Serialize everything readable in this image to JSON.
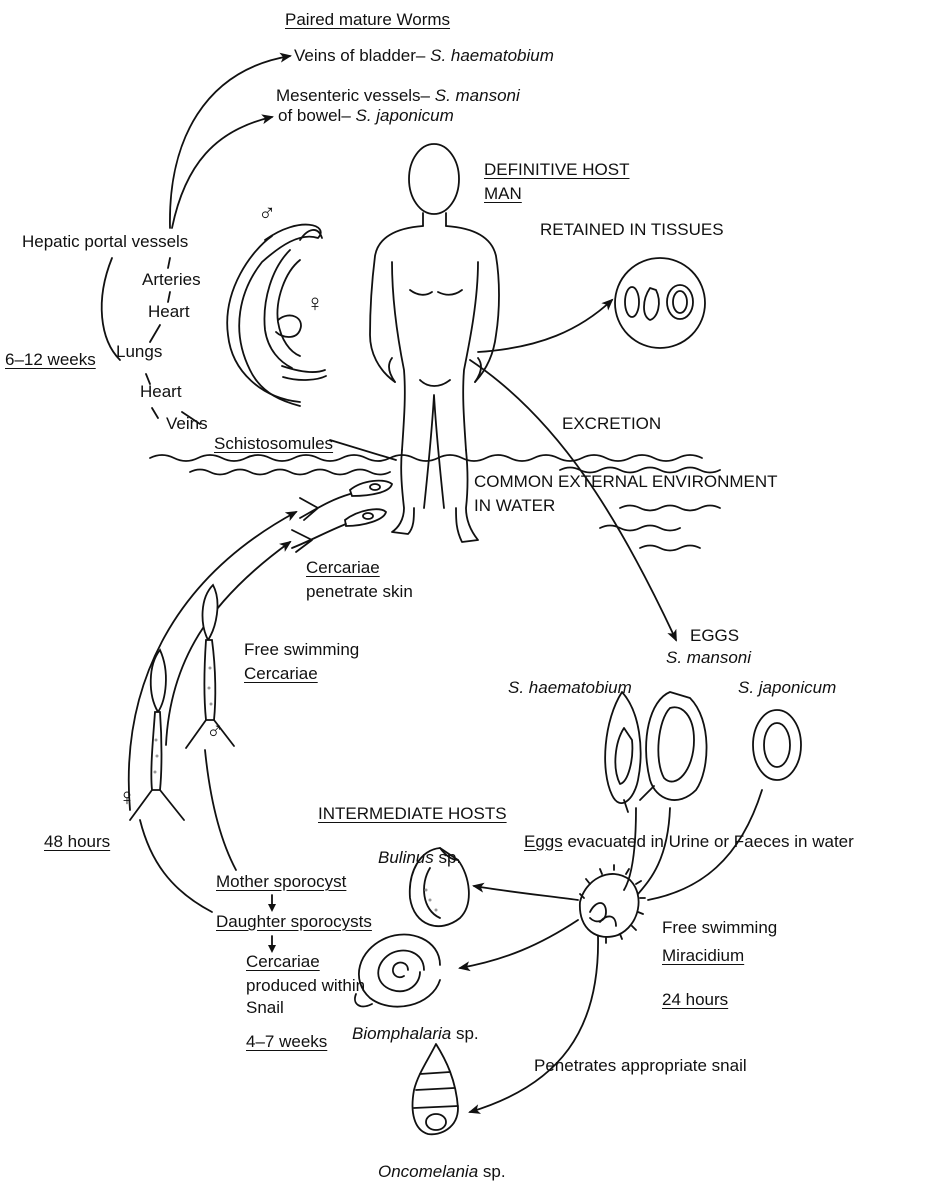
{
  "worms": {
    "heading": "Paired mature Worms",
    "bladder_label": "Veins of bladder– ",
    "bladder_species": "S. haematobium",
    "mesenteric_label": "Mesenteric vessels– ",
    "mesenteric_species": "S. mansoni",
    "bowel_label": "of bowel– ",
    "bowel_species": "S. japonicum",
    "male_symbol": "♂",
    "female_symbol": "♀"
  },
  "migration": {
    "portal": "Hepatic portal vessels",
    "arteries": "Arteries",
    "heart1": "Heart",
    "lungs": "Lungs",
    "heart2": "Heart",
    "veins": "Veins",
    "duration": "6–12 weeks"
  },
  "host": {
    "title_line1": "DEFINITIVE HOST",
    "title_line2": "MAN",
    "retained": "RETAINED IN TISSUES",
    "excretion": "EXCRETION"
  },
  "environment": {
    "schistosomules": "Schistosomules",
    "line1": "COMMON EXTERNAL ENVIRONMENT",
    "line2": "IN WATER"
  },
  "cercariae": {
    "penetrate_line1": "Cercariae",
    "penetrate_line2": "penetrate skin",
    "free_line1": "Free swimming",
    "free_line2": "Cercariae",
    "male_symbol": "♂",
    "female_symbol": "♀",
    "duration": "48 hours"
  },
  "eggs": {
    "title": "EGGS",
    "mansoni": "S. mansoni",
    "haematobium": "S. haematobium",
    "japonicum": "S. japonicum",
    "evac_word1": "Eggs",
    "evac_rest": " evacuated in Urine or Faeces in water"
  },
  "snails": {
    "heading": "INTERMEDIATE HOSTS",
    "bulinus_genus": "Bulinus",
    "biomphalaria_genus": "Biomphalaria",
    "oncomelania_genus": "Oncomelania",
    "sp": " sp.",
    "penetrates": "Penetrates appropriate snail"
  },
  "sporocyst": {
    "mother": "Mother sporocyst",
    "daughter": "Daughter sporocysts",
    "cercariae": "Cercariae",
    "produced_line1": "produced within",
    "produced_line2": "Snail",
    "duration": "4–7 weeks"
  },
  "miracidium": {
    "line1": "Free swimming",
    "line2": "Miracidium",
    "duration": "24 hours"
  }
}
